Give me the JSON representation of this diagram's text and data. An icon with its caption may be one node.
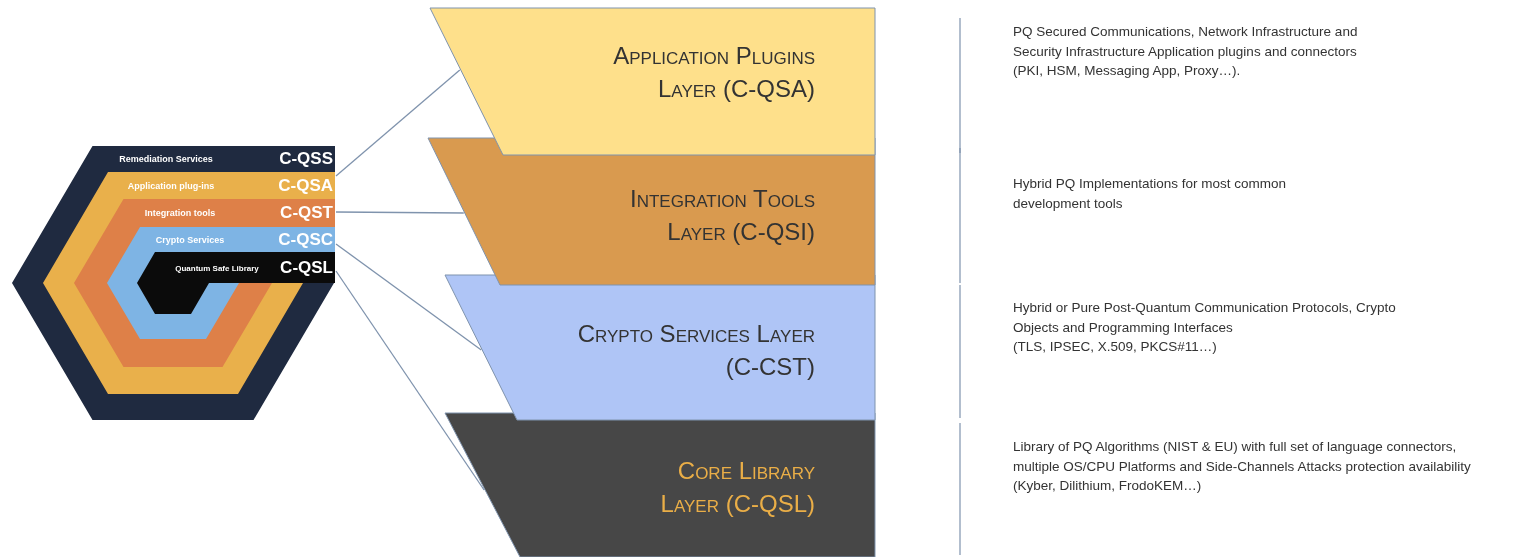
{
  "diagram": {
    "nodes": [
      {
        "text": [
          "Remediation Services",
          "C-QSS"
        ]
      },
      {
        "text": [
          "Application plug-ins",
          "C-QSA"
        ],
        "in": 0
      },
      {
        "text": [
          "Integration tools",
          "C-QST"
        ],
        "in": 1
      },
      {
        "text": [
          "Crypto Services",
          "C-QSC"
        ],
        "in": 2
      },
      {
        "text": [
          "Quantum Safe Library",
          "C-QSL"
        ],
        "in": 3
      },
      {
        "text": [
          "Application Plugins Layer (C-QSA)"
        ],
        "beside": [
          "PQ Secured Communications, Network Infrastructure and Security Infrastructure Application plugins and connectors",
          "(PKI, HSM, Messaging App, Proxy…)."
        ]
      },
      {
        "text": [
          "Integration Tools Layer (C-QSI)"
        ]
      },
      {
        "text": [
          "Crypto Services Layer (C-CST)"
        ],
        "beside": [
          "Hybrid or Pure Post-Quantum Communication Protocols, Crypto Objects and Programming Interfaces",
          "(TLS, IPSEC, X.509, PKCS#11…)"
        ]
      },
      {
        "text": [
          "Core Library Layer (C-QSL)"
        ],
        "beside": [
          "Library of PQ Algorithms (NIST & EU) with full set of language connectors, multiple OS/CPU Platforms and Side-Channels Attacks protection availability",
          "(Kyber, Dilithium, FrodoKEM…)"
        ]
      }
    ],
    "edges": [
      {
        "from": 1,
        "to": 5,
        "arrow": "none"
      },
      {
        "from": 2,
        "to": 6,
        "arrow": "none"
      },
      {
        "from": 3,
        "to": 7,
        "arrow": "none"
      },
      {
        "from": 4,
        "to": 8,
        "arrow": "none"
      }
    ],
    "labels": [
      "Hybrid PQ Implementations for most common development tools"
    ]
  }
}
